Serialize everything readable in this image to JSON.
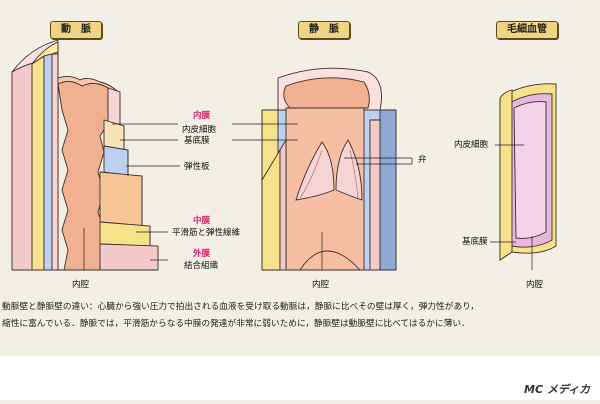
{
  "headers": {
    "artery": "動　脈",
    "vein": "静　脈",
    "capillary": "毛細血管"
  },
  "artery_labels": {
    "intima": "内膜",
    "endothelial": "内皮細胞",
    "basement": "基底膜",
    "elastic": "弾性板",
    "media": "中膜",
    "smooth_muscle": "平滑筋と弾性線維",
    "adventitia": "外膜",
    "connective": "結合組織",
    "lumen": "内腔"
  },
  "vein_labels": {
    "valve": "弁",
    "lumen": "内腔"
  },
  "capillary_labels": {
    "endothelial": "内皮細胞",
    "basement": "基底膜",
    "lumen": "内腔"
  },
  "caption": {
    "line1": "動脈壁と静脈壁の違い：心臓から強い圧力で拍出される血液を受け取る動脈は，静脈に比べその壁は厚く，弾力性があり，",
    "line2": "縮性に富んでいる．静脈では，平滑筋からなる中膜の発達が非常に弱いために，静脈壁は動脈壁に比べてはるかに薄い．"
  },
  "logo": "MC メディカ",
  "colors": {
    "background": "#f3efe4",
    "lumen_flesh": "#f1b08f",
    "outer_pink": "#f4c9c9",
    "outer_pink_dark": "#e2a6a6",
    "media_yellow": "#f7e18a",
    "media_orange": "#f5c596",
    "elastic_blue": "#bcd0ef",
    "blue_dark": "#8fa9d6",
    "capillary_pink": "#e8b7dc",
    "label_pink": "#d8226b"
  }
}
